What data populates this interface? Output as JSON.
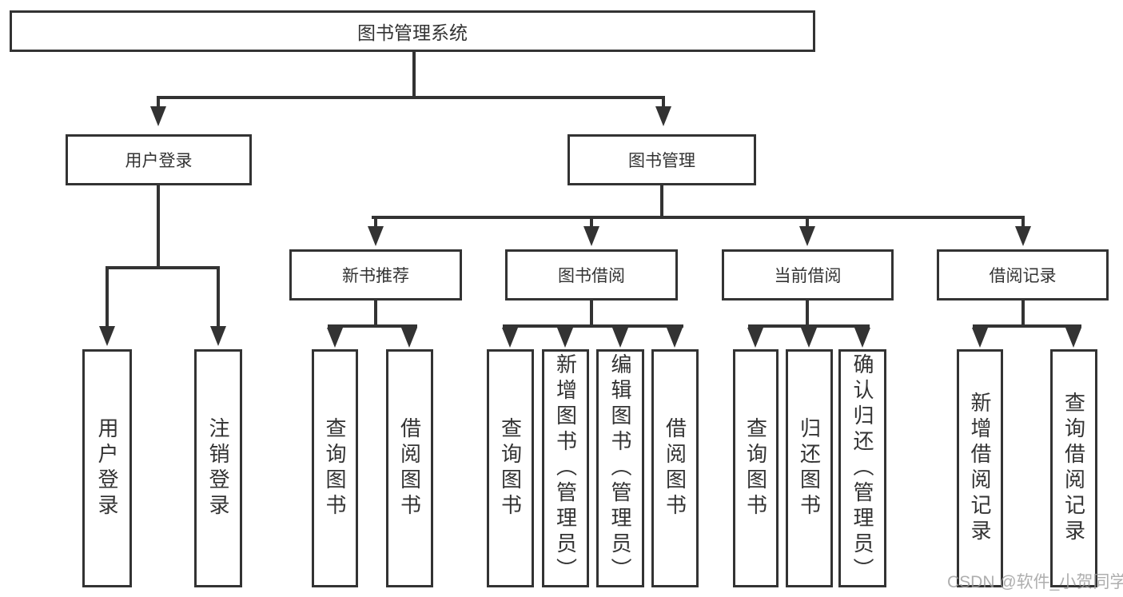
{
  "nodes": {
    "root": "图书管理系统",
    "user_login": "用户登录",
    "book_management": "图书管理",
    "new_book_recommend": "新书推荐",
    "book_borrow": "图书借阅",
    "current_borrow": "当前借阅",
    "borrow_records": "借阅记录",
    "leaves": {
      "user_login": [
        "用户登录",
        "注销登录"
      ],
      "new_book_recommend": [
        "查询图书",
        "借阅图书"
      ],
      "book_borrow": [
        "查询图书",
        "新增图书（管理员）",
        "编辑图书（管理员）",
        "借阅图书"
      ],
      "current_borrow": [
        "查询图书",
        "归还图书",
        "确认归还（管理员）"
      ],
      "borrow_records": [
        "新增借阅记录",
        "查询借阅记录"
      ]
    }
  },
  "watermark": "CSDN @软件_小贺同学",
  "colors": {
    "line": "#333333",
    "text": "#333333",
    "watermark": "#9b9b9b",
    "background": "#ffffff"
  }
}
